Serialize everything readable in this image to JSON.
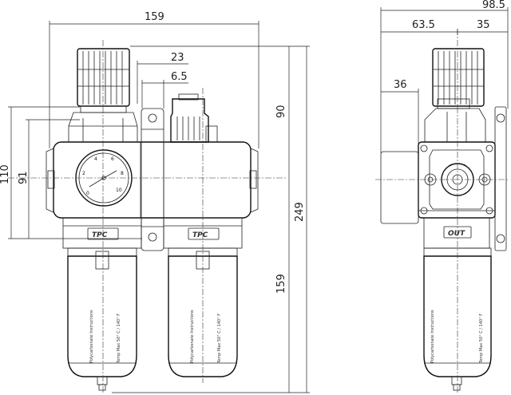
{
  "dimensions": {
    "front": {
      "width_total": "159",
      "offset_23": "23",
      "offset_6_5": "6.5",
      "height_110": "110",
      "height_91": "91",
      "height_90": "90",
      "height_249": "249",
      "height_159": "159"
    },
    "side": {
      "width_total": "98.5",
      "width_63_5": "63.5",
      "width_35": "35",
      "offset_36": "36"
    }
  },
  "labels": {
    "brand_left": "TPC",
    "brand_right": "TPC",
    "port_out": "OUT",
    "bowl_text_1": "Polycarbonate Instructions",
    "bowl_text_2": "Temp Max 50° C / 140° F"
  },
  "gauge": {
    "numbers": [
      "0",
      "2",
      "4",
      "6",
      "8",
      "10"
    ]
  }
}
